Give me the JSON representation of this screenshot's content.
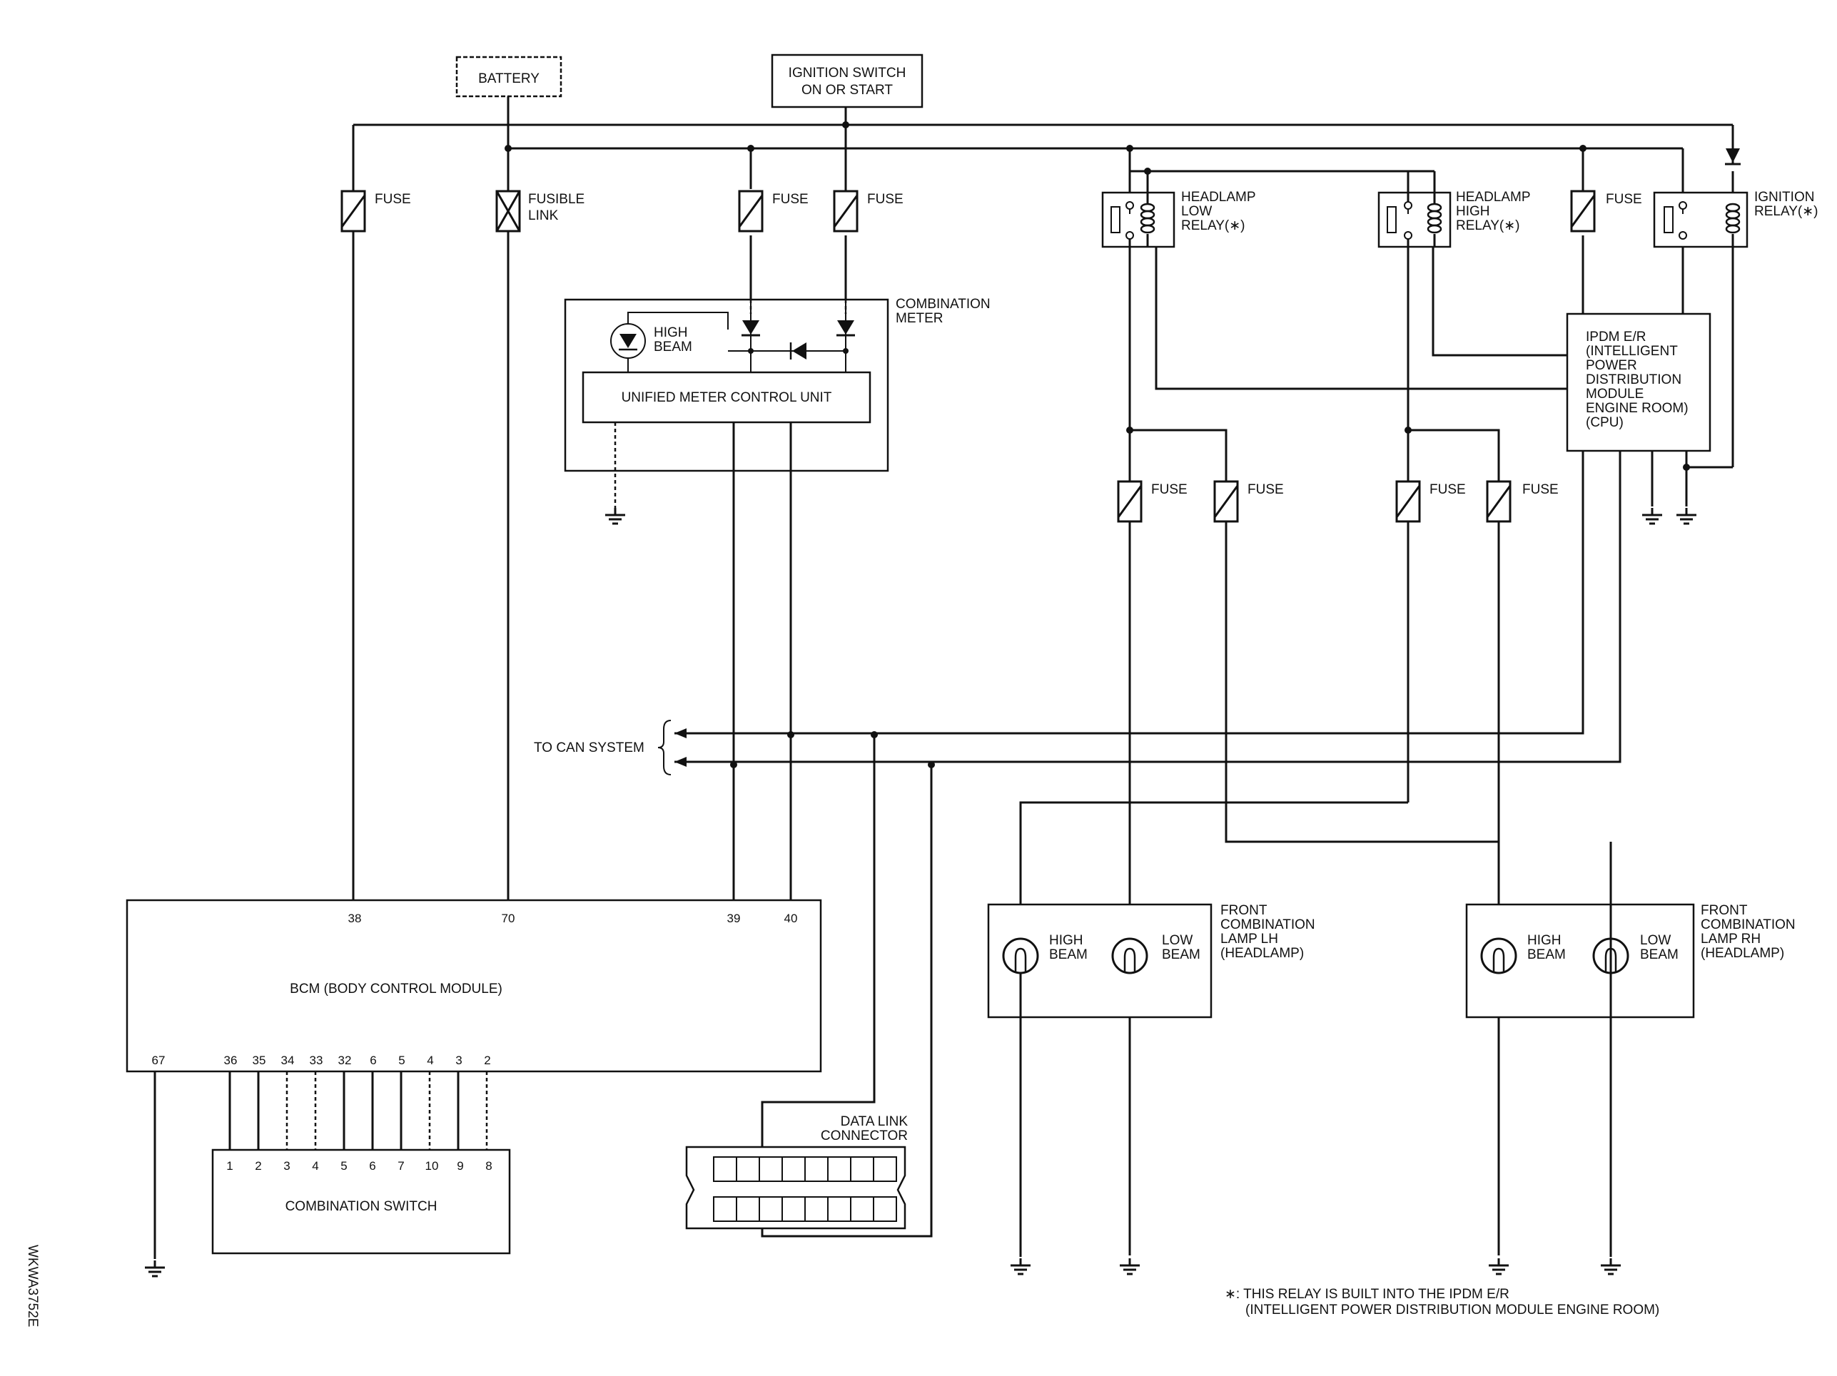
{
  "labels": {
    "battery": "BATTERY",
    "ignition_l1": "IGNITION SWITCH",
    "ignition_l2": "ON OR START",
    "fuse": "FUSE",
    "fusible_l1": "FUSIBLE",
    "fusible_l2": "LINK",
    "hl_low_l1": "HEADLAMP",
    "hl_low_l2": "LOW",
    "hl_low_l3": "RELAY(∗)",
    "hl_high_l1": "HEADLAMP",
    "hl_high_l2": "HIGH",
    "hl_high_l3": "RELAY(∗)",
    "ign_relay_l1": "IGNITION",
    "ign_relay_l2": "RELAY(∗)",
    "comb_meter_l1": "COMBINATION",
    "comb_meter_l2": "METER",
    "high_beam_l1": "HIGH",
    "high_beam_l2": "BEAM",
    "low_beam_l1": "LOW",
    "low_beam_l2": "BEAM",
    "unified_meter": "UNIFIED METER CONTROL UNIT",
    "ipdm_l1": "IPDM E/R",
    "ipdm_l2": "(INTELLIGENT",
    "ipdm_l3": "POWER",
    "ipdm_l4": "DISTRIBUTION",
    "ipdm_l5": "MODULE",
    "ipdm_l6": "ENGINE ROOM)",
    "ipdm_l7": "(CPU)",
    "to_can": "TO CAN SYSTEM",
    "bcm": "BCM (BODY CONTROL MODULE)",
    "comb_switch": "COMBINATION SWITCH",
    "dlc_l1": "DATA LINK",
    "dlc_l2": "CONNECTOR",
    "fcl_lh_l1": "FRONT",
    "fcl_lh_l2": "COMBINATION",
    "fcl_lh_l3": "LAMP LH",
    "fcl_lh_l4": "(HEADLAMP)",
    "fcl_rh_l1": "FRONT",
    "fcl_rh_l2": "COMBINATION",
    "fcl_rh_l3": "LAMP RH",
    "fcl_rh_l4": "(HEADLAMP)",
    "note_l1": "∗: THIS RELAY IS BUILT INTO THE IPDM E/R",
    "note_l2": "(INTELLIGENT POWER DISTRIBUTION MODULE ENGINE ROOM)",
    "code": "WKWA3752E"
  },
  "bcm_top_pins": [
    "38",
    "70",
    "39",
    "40"
  ],
  "bcm_bottom_pins": [
    "67",
    "36",
    "35",
    "34",
    "33",
    "32",
    "6",
    "5",
    "4",
    "3",
    "2"
  ],
  "switch_pins": [
    "1",
    "2",
    "3",
    "4",
    "5",
    "6",
    "7",
    "10",
    "9",
    "8"
  ]
}
